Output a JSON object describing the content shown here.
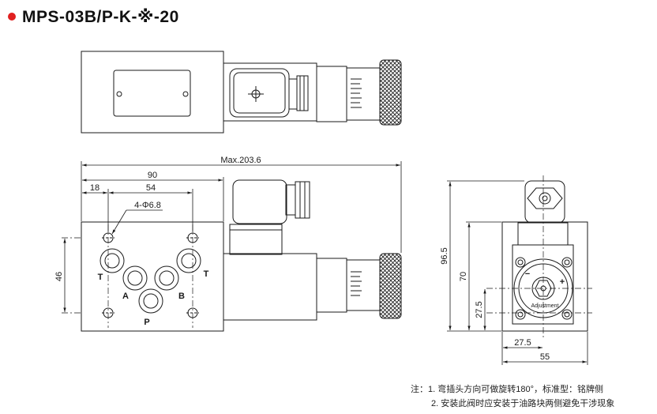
{
  "title": {
    "bullet_color": "#e02020",
    "text": "MPS-03B/P-K-※-20"
  },
  "dimensions": {
    "max_length": "Max.203.6",
    "width_90": "90",
    "offset_18": "18",
    "pitch_54": "54",
    "holes": "4-Φ6.8",
    "height_46": "46",
    "height_96_5": "96.5",
    "height_70": "70",
    "height_27_5": "27.5",
    "center_27_5": "27.5",
    "width_55": "55"
  },
  "ports": {
    "t_left": "T",
    "t_right": "T",
    "a": "A",
    "b": "B",
    "p": "P"
  },
  "side_view": {
    "adjust_label": "Adjustment",
    "minus": "−",
    "plus": "+"
  },
  "notes": {
    "line1": "注：1. 弯插头方向可做旋转180°，标准型：铭牌侧",
    "line2": "2. 安装此阀时应安装于油路块两侧避免干涉现象"
  },
  "colors": {
    "line": "#1a1a1a",
    "background": "#ffffff"
  }
}
